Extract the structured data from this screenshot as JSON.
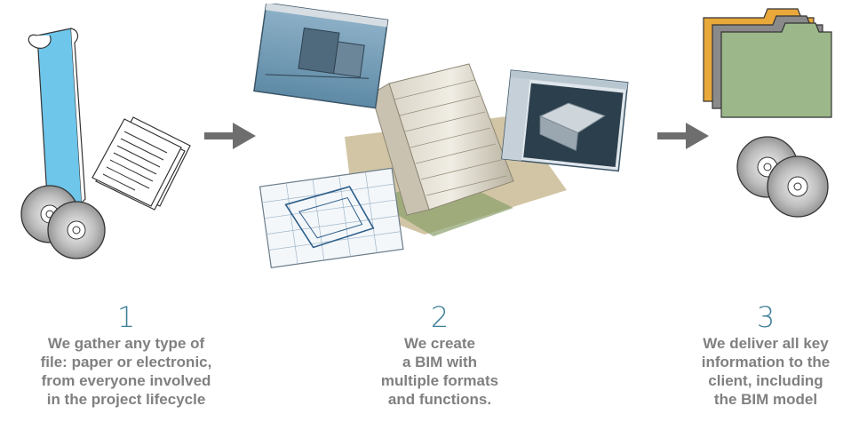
{
  "steps": [
    {
      "number": "1",
      "lines": [
        "We gather any type of",
        "file: paper or electronic,",
        "from everyone involved",
        "in the project lifecycle"
      ]
    },
    {
      "number": "2",
      "lines": [
        "We create",
        "a BIM with",
        "multiple formats",
        "and functions."
      ]
    },
    {
      "number": "3",
      "lines": [
        "We deliver all key",
        "information to the",
        "client, including",
        "the BIM model"
      ]
    }
  ],
  "colors": {
    "number": "#3f7f98",
    "text": "#808080",
    "arrow": "#6e6e6e",
    "roll": "#6ec6ea",
    "folder_front": "#9cb88a",
    "folder_middle": "#8a8a8a",
    "folder_back": "#e8a83a"
  },
  "icons": [
    "paper-roll-icon",
    "documents-icon",
    "disc-icon",
    "arrow-right-icon",
    "bim-model-icon",
    "folder-icon"
  ]
}
